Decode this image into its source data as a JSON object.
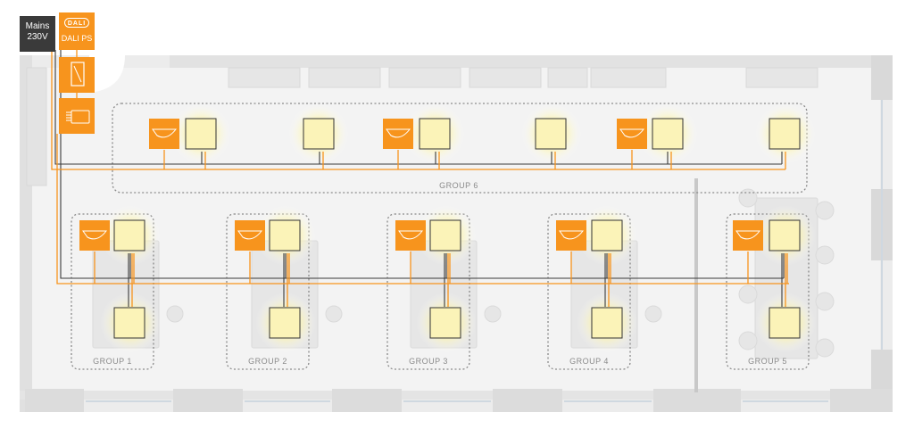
{
  "mains": {
    "line1": "Mains",
    "line2": "230V"
  },
  "power_supply": {
    "badge": "DALI",
    "label": "DALI PS"
  },
  "groups": [
    {
      "name": "GROUP 1"
    },
    {
      "name": "GROUP 2"
    },
    {
      "name": "GROUP 3"
    },
    {
      "name": "GROUP 4"
    },
    {
      "name": "GROUP 5"
    },
    {
      "name": "GROUP 6"
    }
  ],
  "colors": {
    "wire_dali": "#f7941d",
    "wire_mains": "#3a3a3a",
    "sensor": "#f7941d",
    "luminaire_fill": "#fbf3b8",
    "luminaire_glow": "#fff7a8",
    "floor": "#eeeeee",
    "wall": "#d6d6d6",
    "group_outline": "#888888"
  },
  "icons": [
    "mains-supply",
    "dali-power-supply",
    "wall-switch-icon",
    "dali-interface-icon",
    "presence-sensor-icon",
    "led-panel-luminaire"
  ]
}
